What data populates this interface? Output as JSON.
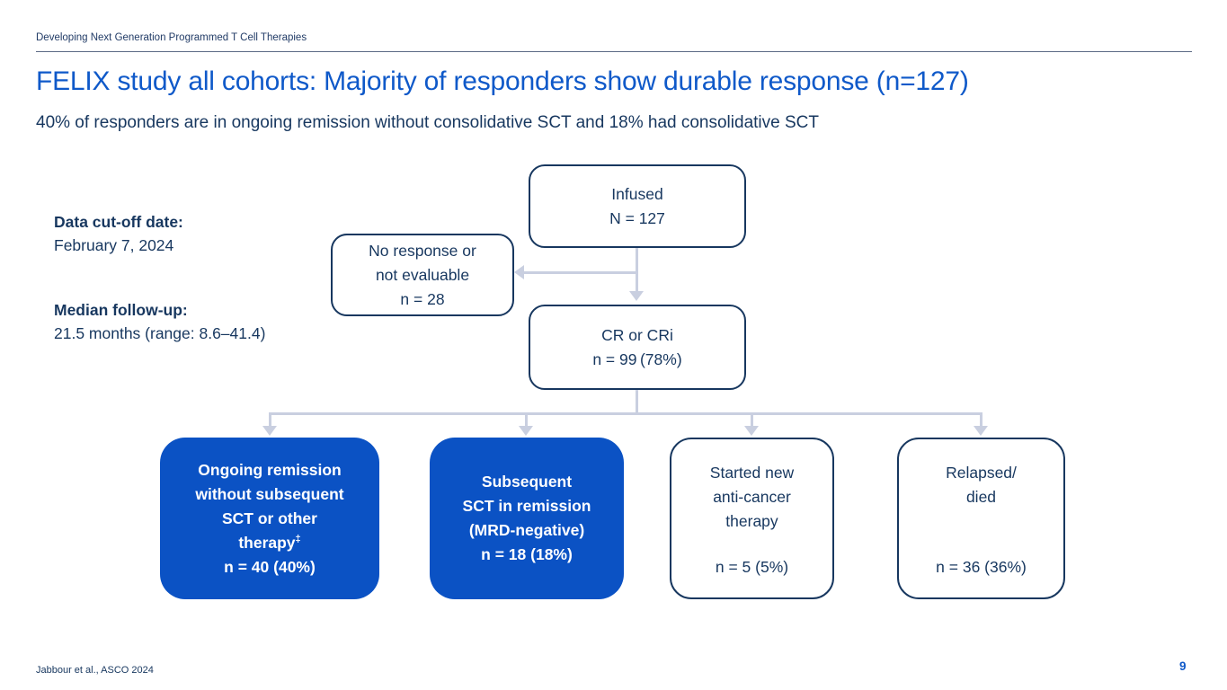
{
  "slide": {
    "header": "Developing Next Generation Programmed T Cell Therapies",
    "title": "FELIX study all cohorts: Majority of responders show durable response (n=127)",
    "subtitle": "40% of responders are in ongoing remission without consolidative SCT and 18% had consolidative SCT",
    "footer_citation": "Jabbour et al., ASCO 2024",
    "page_number": "9"
  },
  "info": {
    "cutoff_label": "Data cut-off date:",
    "cutoff_value": "February 7, 2024",
    "followup_label": "Median follow-up:",
    "followup_value": "21.5 months (range: 8.6–41.4)"
  },
  "flow": {
    "infused": {
      "line1": "Infused",
      "line2": "N = 127"
    },
    "no_response": {
      "line1": "No response or",
      "line2": "not evaluable",
      "line3": "n = 28"
    },
    "cr": {
      "line1": "CR or CRi",
      "line2": "n = 99 (78%)"
    },
    "ongoing": {
      "line1": "Ongoing remission",
      "line2": "without subsequent",
      "line3": "SCT or other",
      "line4": "therapy",
      "footnote_marker": "‡",
      "line5": "n = 40 (40%)"
    },
    "sct": {
      "line1": "Subsequent",
      "line2": "SCT in remission",
      "line3": "(MRD-negative)",
      "line4": "n = 18 (18%)"
    },
    "new_therapy": {
      "line1": "Started new",
      "line2": "anti-cancer",
      "line3": "therapy",
      "count": "n = 5 (5%)"
    },
    "relapsed": {
      "line1": "Relapsed/",
      "line2": "died",
      "count": "n = 36 (36%)"
    }
  },
  "colors": {
    "title_blue": "#0f59c9",
    "box_fill_blue": "#0b52c4",
    "navy_text": "#17375f",
    "arrow_gray": "#c9cfe0"
  }
}
